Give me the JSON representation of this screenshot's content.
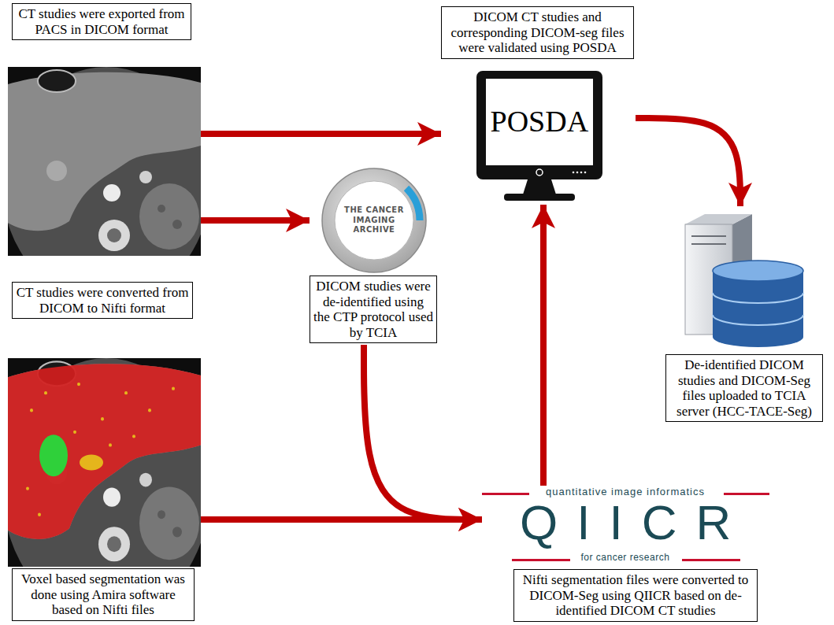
{
  "diagram": {
    "nodes": [
      {
        "text": [
          "CT studies were exported from PACS in DICOM format"
        ]
      },
      {
        "text": [
          "DICOM CT studies and corresponding DICOM-seg files were validated using POSDA",
          "POSDA"
        ]
      },
      {
        "text": [
          "THE CANCER IMAGING ARCHIVE",
          "DICOM studies were de-identified using the CTP protocol used by TCIA"
        ]
      },
      {
        "text": [
          "De-identified DICOM studies and DICOM-Seg files uploaded to TCIA server (HCC-TACE-Seg)"
        ]
      },
      {
        "text": [
          "Voxel based segmentation was done using Amira software based on Nifti files"
        ]
      },
      {
        "text": [
          "quantitative image informatics",
          "QIICR",
          "for cancer research",
          "Nifti segmentation files were converted to DICOM-Seg using QIICR based on de-identified DICOM CT studies"
        ]
      }
    ],
    "edges": [
      {
        "from": 0,
        "to": 1,
        "arrow": "to"
      },
      {
        "from": 0,
        "to": 2,
        "arrow": "to"
      },
      {
        "from": 2,
        "to": 5,
        "arrow": "to"
      },
      {
        "from": 4,
        "to": 5,
        "arrow": "to"
      },
      {
        "from": 5,
        "to": 1,
        "arrow": "to"
      },
      {
        "from": 1,
        "to": 3,
        "arrow": "to"
      }
    ],
    "labels": [
      "CT studies were converted from DICOM to Nifti format"
    ]
  }
}
